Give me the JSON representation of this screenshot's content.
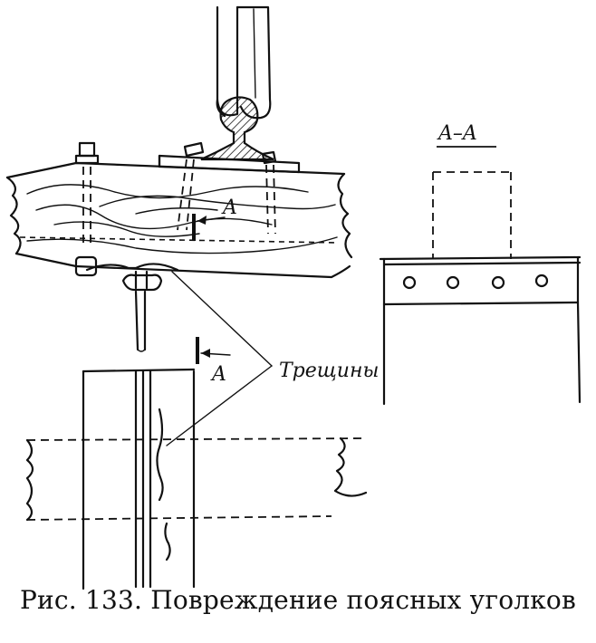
{
  "labels": {
    "section_mark_top": "A",
    "section_mark_bottom": "A",
    "section_view_title": "A–A",
    "cracks_label": "Трещины"
  },
  "caption": "Рис. 133. Повреждение поясных уголков",
  "colors": {
    "ink": "#111111",
    "paper": "#ffffff"
  }
}
